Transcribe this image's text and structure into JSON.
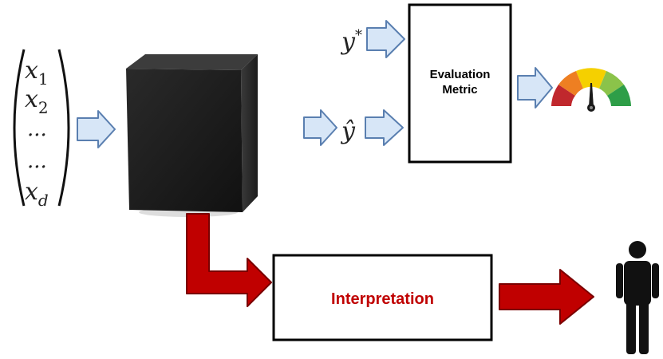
{
  "inputs": {
    "items": [
      {
        "base": "x",
        "sub": "1"
      },
      {
        "base": "x",
        "sub": "2"
      },
      {
        "base": "...",
        "sub": ""
      },
      {
        "base": "...",
        "sub": ""
      },
      {
        "base": "x",
        "sub": "d"
      }
    ]
  },
  "targets": {
    "true_label": {
      "base": "y",
      "sup": "*"
    },
    "predicted_label": "ŷ"
  },
  "evaluation": {
    "line1": "Evaluation",
    "line2": "Metric"
  },
  "interpretation": {
    "label": "Interpretation"
  },
  "colors": {
    "blue_arrow_fill": "#d7e6f7",
    "blue_arrow_stroke": "#5a7fb0",
    "red_arrow": "#c00000",
    "interpretation_text": "#c00000",
    "box_stroke": "#000000",
    "gauge": [
      "#c0282d",
      "#ee7f22",
      "#f5d000",
      "#8bc34a",
      "#2e9e48"
    ]
  },
  "icons": {
    "black_box": "black-box-cube",
    "gauge": "gauge-meter-icon",
    "person": "person-silhouette-icon"
  }
}
